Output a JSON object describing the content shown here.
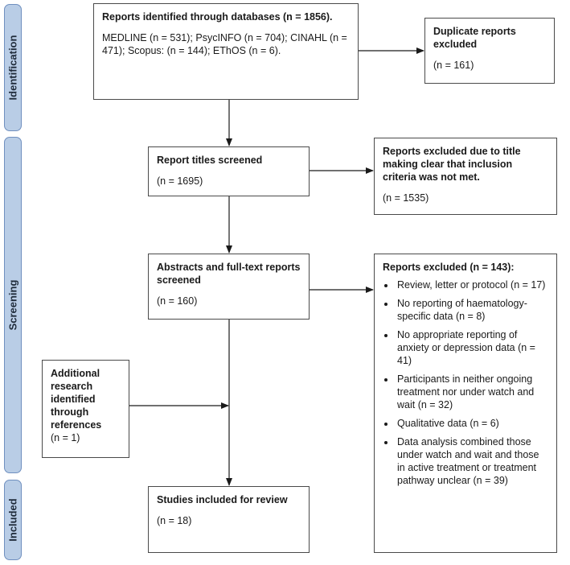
{
  "phases": {
    "identification": "Identification",
    "screening": "Screening",
    "included": "Included"
  },
  "boxes": {
    "identified": {
      "title": "Reports identified through databases (n = 1856).",
      "body": "MEDLINE (n = 531); PsycINFO (n = 704); CINAHL (n = 471); Scopus: (n = 144); EThOS (n = 6)."
    },
    "duplicates": {
      "title": "Duplicate reports excluded",
      "count": "(n = 161)"
    },
    "titles_screened": {
      "title": "Report titles screened",
      "count": "(n = 1695)"
    },
    "title_excluded": {
      "title": "Reports excluded due to title making clear that inclusion criteria was not met.",
      "count": "(n = 1535)"
    },
    "abstracts_screened": {
      "title": "Abstracts and full-text reports screened",
      "count": "(n = 160)"
    },
    "reports_excluded": {
      "title": "Reports excluded (n = 143):",
      "reasons": [
        "Review, letter or protocol (n = 17)",
        "No reporting of haematology-specific data (n = 8)",
        "No appropriate reporting of anxiety or depression data (n = 41)",
        "Participants in neither ongoing treatment nor under watch and wait (n = 32)",
        "Qualitative data (n = 6)",
        "Data analysis combined those under watch and wait and those in active treatment or treatment pathway unclear (n = 39)"
      ]
    },
    "additional": {
      "title": "Additional research identified through references",
      "count": "(n = 1)"
    },
    "included": {
      "title": "Studies included for review",
      "count": "(n = 18)"
    }
  },
  "colors": {
    "phase_fill": "#b9cde6",
    "phase_border": "#6f8fbf",
    "box_border": "#4a4a4a",
    "arrow": "#1a1a1a"
  }
}
